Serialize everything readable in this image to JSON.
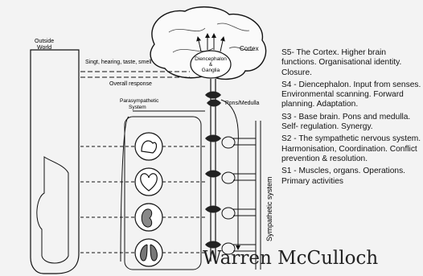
{
  "diagram": {
    "outside_world_line1": "Outside",
    "outside_world_line2": "World",
    "senses_label": "Singt, hearing, taste, smell",
    "overall_response_label": "Overall response",
    "cortex_label": "Cortex",
    "diencephalon_line1": "Diencephalon",
    "diencephalon_line2": "&",
    "diencephalon_line3": "Ganglia",
    "parasympathetic_line1": "Parasympathetic",
    "parasympathetic_line2": "System",
    "pons_label": "Pons/Medulla",
    "sympathetic_label": "Sympathetic system"
  },
  "legend": {
    "s5": "S5- The Cortex. Higher brain functions. Organisational identity. Closure.",
    "s4": "S4 - Diencephalon. Input from senses. Environmental scanning. Forward planning. Adaptation.",
    "s3": "S3 - Base brain. Pons and medulla. Self- regulation. Synergy.",
    "s2": "S2 - The sympathetic nervous system. Harmonisation, Coordination. Conflict prevention & resolution.",
    "s1": "S1 - Muscles, organs. Operations. Primary activities"
  },
  "footer": {
    "author": "Warren McCulloch"
  },
  "icons": [
    "muscle-icon",
    "heart-icon",
    "kidney-icon",
    "lungs-icon"
  ]
}
